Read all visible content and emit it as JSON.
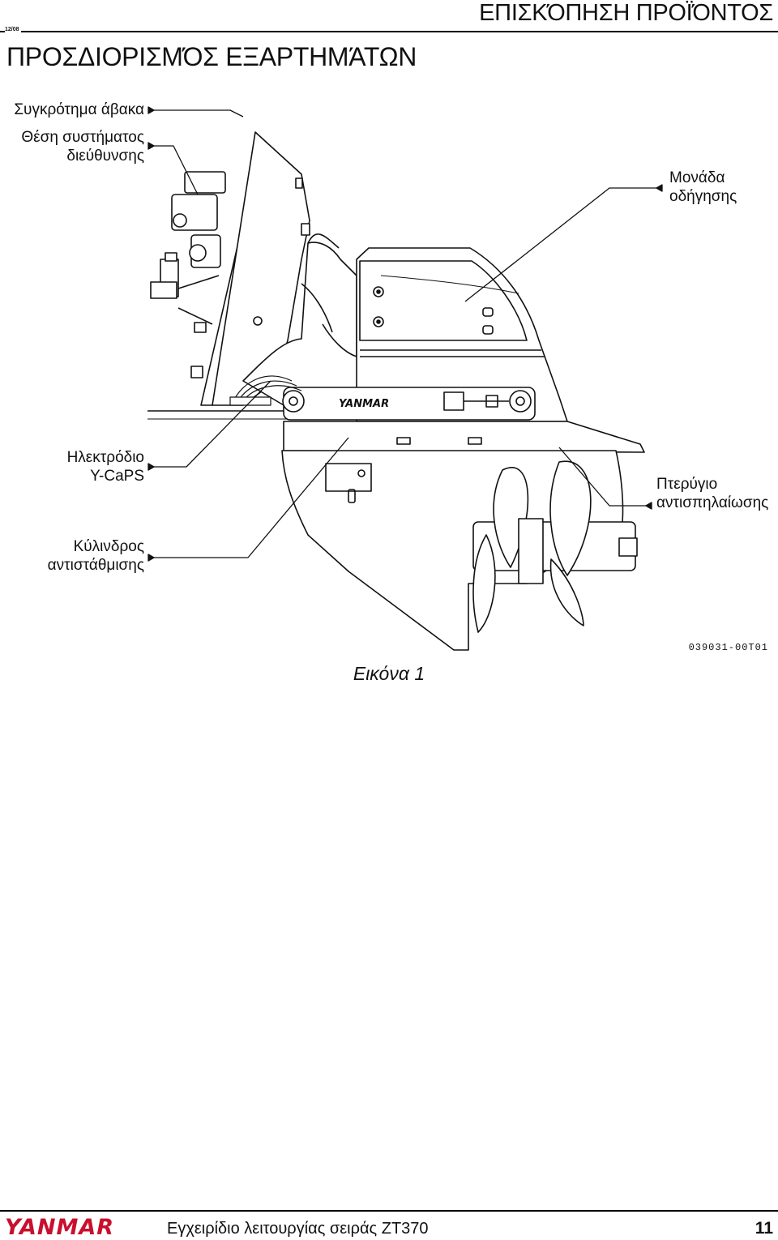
{
  "header": {
    "section": "ΕΠΙΣΚΌΠΗΣΗ ΠΡΟΪΌΝΤΟΣ",
    "date": "12/08"
  },
  "page_title": "ΠΡΟΣΔΙΟΡΙΣΜΌΣ ΕΞΑΡΤΗΜΆΤΩΝ",
  "callouts": {
    "transom": [
      "Συγκρότημα άβακα"
    ],
    "steering": [
      "Θέση συστήματος",
      "διεύθυνσης"
    ],
    "drive": [
      "Μονάδα",
      "οδήγησης"
    ],
    "electrode": [
      "Ηλεκτρόδιο",
      "Y-CaPS"
    ],
    "cavitation": [
      "Πτερύγιο",
      "αντισπηλαίωσης"
    ],
    "trim": [
      "Κύλινδρος",
      "αντιστάθμισης"
    ]
  },
  "figure": {
    "code": "039031-00T01",
    "caption": "Εικόνα 1",
    "brand_mark": "YANMAR"
  },
  "footer": {
    "logo": "YANMAR",
    "manual": "Εγχειρίδιο λειτουργίας σειράς ZT370",
    "page_number": "11"
  },
  "colors": {
    "logo_red": "#c8102e",
    "line": "#111111"
  }
}
